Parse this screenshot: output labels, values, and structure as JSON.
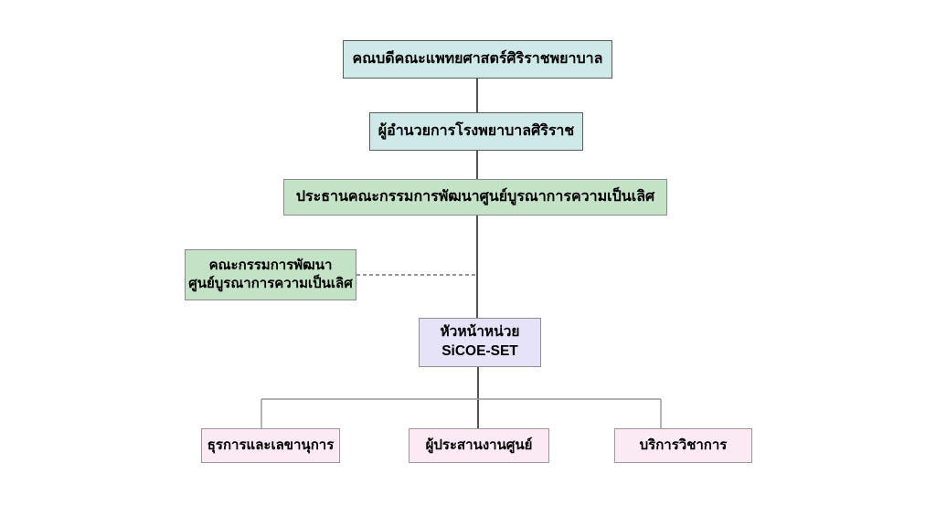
{
  "nodes": {
    "dean": {
      "label": "คณบดีคณะแพทยศาสตร์ศิริราชพยาบาล"
    },
    "director": {
      "label": "ผู้อำนวยการโรงพยาบาลศิริราช"
    },
    "chairman": {
      "label": "ประธานคณะกรรมการพัฒนาศูนย์บูรณาการความเป็นเลิศ"
    },
    "committee": {
      "line1": "คณะกรรมการพัฒนา",
      "line2": "ศูนย์บูรณาการความเป็นเลิศ"
    },
    "head": {
      "line1": "หัวหน้าหน่วย",
      "line2": "SiCOE-SET"
    },
    "admin": {
      "label": "ธุรการและเลขานุการ"
    },
    "coordinator": {
      "label": "ผู้ประสานงานศูนย์"
    },
    "academic": {
      "label": "บริการวิชาการ"
    }
  },
  "colors": {
    "teal_fill": "#cfe9e9",
    "teal_border": "#5a5a5a",
    "green_fill": "#c3e2c6",
    "green_border": "#8a8a8a",
    "lavender_fill": "#e6e2f7",
    "lavender_border": "#8f8f8f",
    "pink_fill": "#fbe9f3",
    "pink_border": "#999999",
    "line_dark": "#3f3f3f",
    "line_gray": "#9a9a9a",
    "line_dashed": "#555555"
  }
}
